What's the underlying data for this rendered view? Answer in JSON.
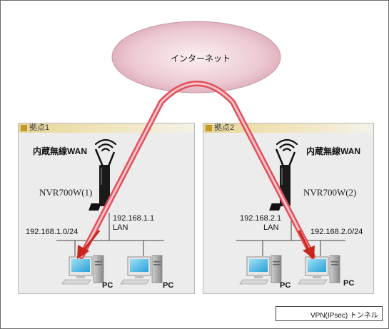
{
  "internet": {
    "label": "インターネット"
  },
  "sites": [
    {
      "label": "拠点1",
      "wan_label": "内蔵無線WAN",
      "router_name": "NVR700W(1)",
      "lan_ip": "192.168.1.1",
      "lan_label": "LAN",
      "network": "192.168.1.0/24",
      "pcs": [
        "PC",
        "PC"
      ]
    },
    {
      "label": "拠点2",
      "wan_label": "内蔵無線WAN",
      "router_name": "NVR700W(2)",
      "lan_ip": "192.168.2.1",
      "lan_label": "LAN",
      "network": "192.168.2.0/24",
      "pcs": [
        "PC",
        "PC"
      ]
    }
  ],
  "legend": {
    "label": "VPN(IPsec) トンネル"
  },
  "colors": {
    "cloud_fill": "#ebc9d3",
    "tunnel": "#e0505a",
    "arrow": "#c8261b",
    "site_bg": "#ececec",
    "site_header": "#bf9a2a"
  }
}
